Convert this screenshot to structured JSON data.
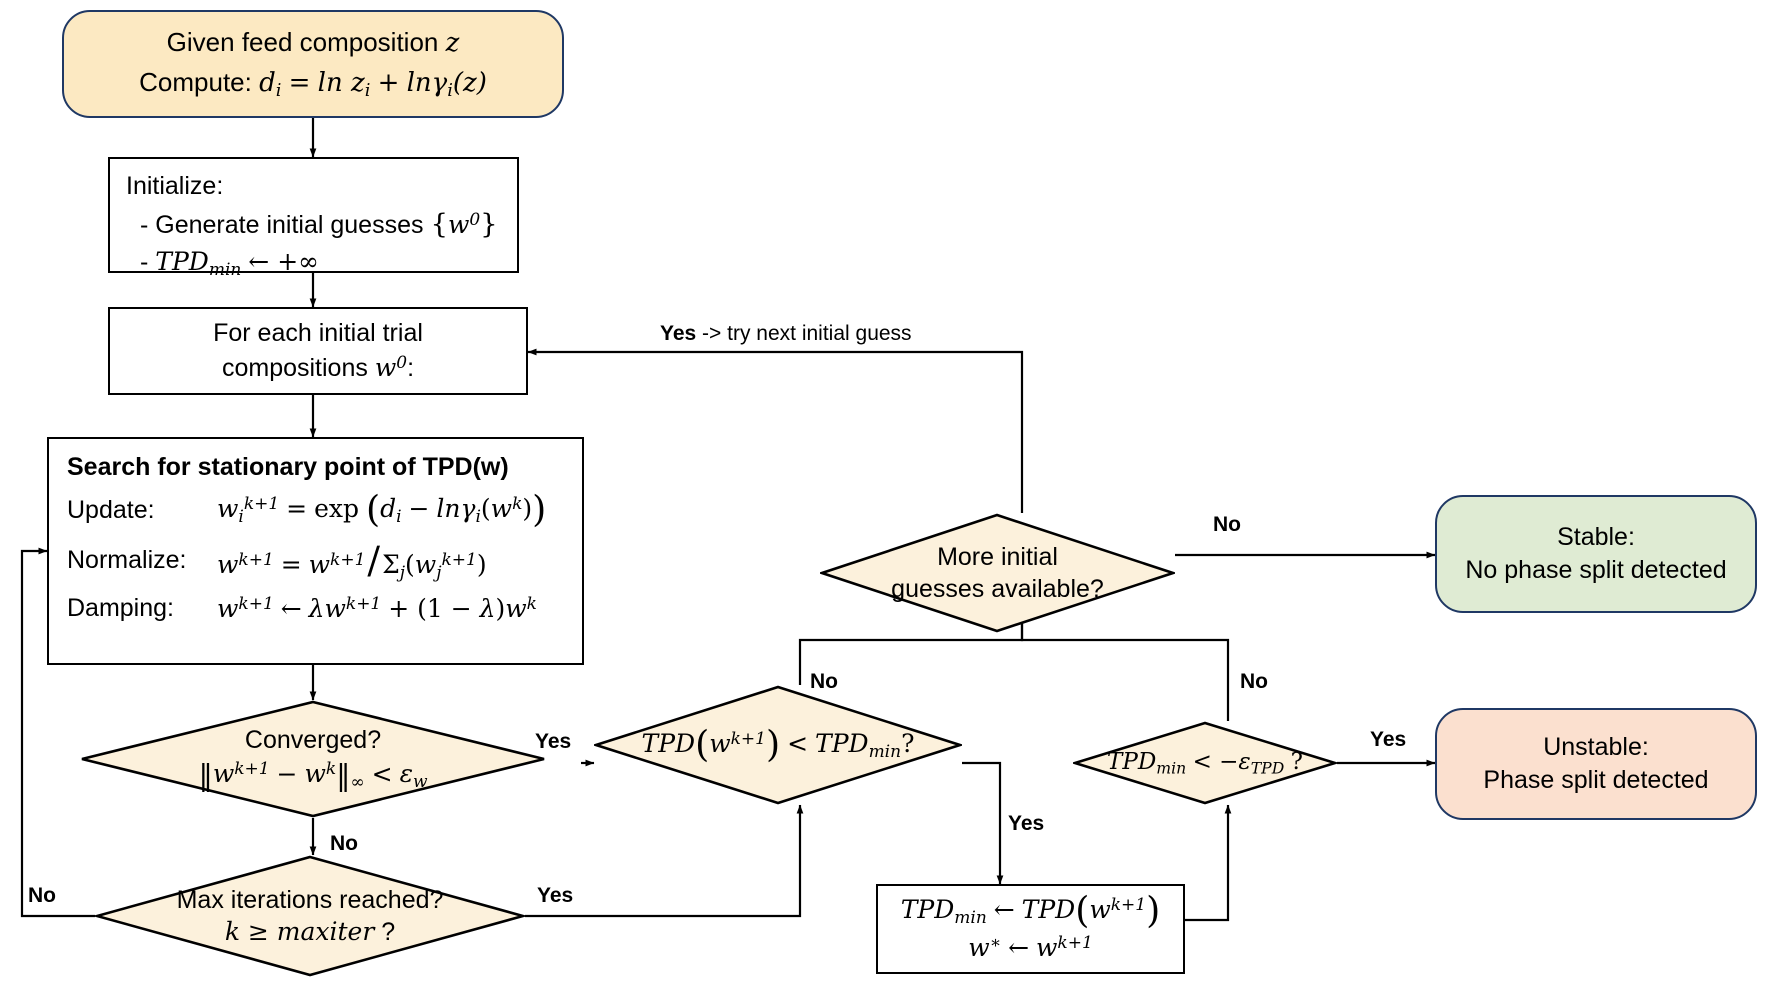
{
  "diagram": {
    "title": "TPD stability analysis flowchart",
    "colors": {
      "start_fill": "#FCE9C2",
      "decision_fill": "#FCF1DC",
      "stable_fill": "#DFEBD3",
      "unstable_fill": "#FBE0CF",
      "border_navy": "#1F3864",
      "border_black": "#000000"
    }
  },
  "nodes": {
    "start": {
      "line1": "Given feed composition z",
      "line2_label": "Compute:",
      "line2_eq": "d_i = ln z_i + ln γ_i(z)"
    },
    "initialize": {
      "title": "Initialize:",
      "bullet1": "- Generate initial guesses {w⁰}",
      "bullet2": "- TPD_min ← +∞"
    },
    "loop": {
      "line1": "For each initial trial",
      "line2": "compositions w⁰:"
    },
    "algorithm": {
      "title": "Search for stationary point of TPD(w)",
      "rows": [
        {
          "label": "Update:",
          "equation": "w_i^{k+1} = exp( d_i − ln γ_i(w^k) )"
        },
        {
          "label": "Normalize:",
          "equation": "w^{k+1} = w^{k+1} / Σ_j(w_j^{k+1})"
        },
        {
          "label": "Damping:",
          "equation": "w^{k+1} ← λ w^{k+1} + (1 − λ) w^k"
        }
      ]
    },
    "converged": {
      "line1": "Converged?",
      "line2": "‖w^{k+1} − w^k‖_∞ < ε_w"
    },
    "maxiter": {
      "line1": "Max iterations reached?",
      "line2": "k ≥ maxiter ?"
    },
    "tpd_compare": {
      "line1": "TPD(w^{k+1}) < TPD_min ?"
    },
    "tpd_update": {
      "line1": "TPD_min ← TPD(w^{k+1})",
      "line2": "w* ← w^{k+1}"
    },
    "more_guesses": {
      "line1": "More initial",
      "line2": "guesses available?"
    },
    "tpd_threshold": {
      "line1": "TPD_min < −ε_TPD ?"
    },
    "stable": {
      "line1": "Stable:",
      "line2": "No phase split detected"
    },
    "unstable": {
      "line1": "Unstable:",
      "line2": "Phase split detected"
    }
  },
  "edge_labels": {
    "retry_loop": {
      "bold": "Yes",
      "rest": " -> try next initial guess"
    },
    "converged_yes": "Yes",
    "converged_no": "No",
    "maxiter_yes": "Yes",
    "maxiter_no": "No",
    "tpd_compare_no": "No",
    "tpd_compare_yes": "Yes",
    "more_guesses_no": "No",
    "threshold_no": "No",
    "threshold_yes": "Yes"
  }
}
